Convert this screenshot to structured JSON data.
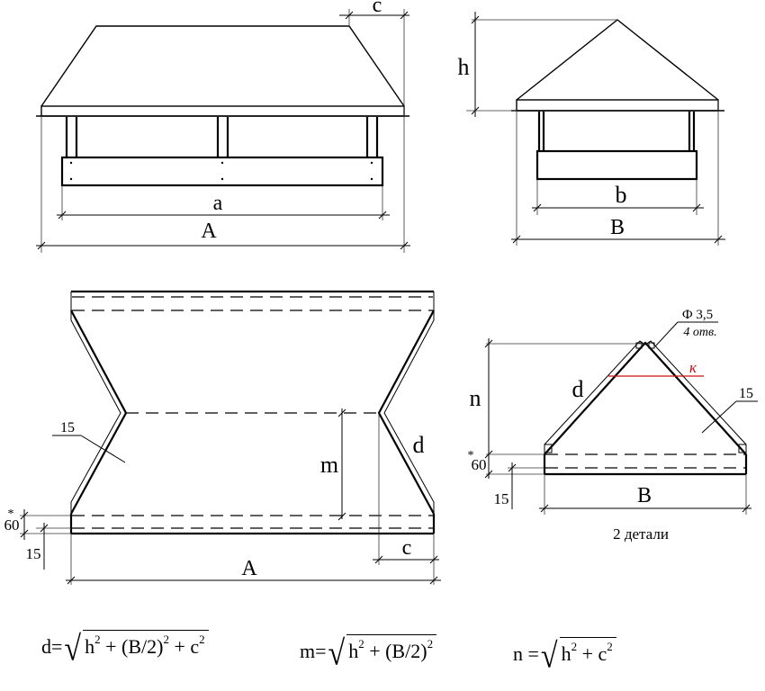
{
  "drawing": {
    "front_view": {
      "labels": {
        "a": "a",
        "A": "A",
        "c": "c"
      }
    },
    "side_view": {
      "labels": {
        "h": "h",
        "b": "b",
        "B": "B"
      }
    },
    "unfold_main": {
      "labels": {
        "fold_width": "15",
        "m": "m",
        "d": "d",
        "c": "c",
        "A": "A",
        "height_60": "60",
        "asterisk": "*",
        "offset_15": "15"
      }
    },
    "unfold_end": {
      "labels": {
        "hole_dia": "Ф 3,5",
        "hole_count": "4 отв.",
        "k": "к",
        "d": "d",
        "n": "n",
        "fold_width": "15",
        "height_60": "60",
        "asterisk": "*",
        "offset_15": "15",
        "B": "B"
      },
      "caption": "2 детали",
      "accent_color": "#cc1111"
    }
  },
  "formulas": {
    "d": {
      "lhs": "d=",
      "t1": "h",
      "t2": "+ (B/2)",
      "t3": "+ c",
      "exp": "2"
    },
    "m": {
      "lhs": "m=",
      "t1": "h",
      "t2": "+ (B/2)",
      "exp": "2"
    },
    "n": {
      "lhs": "n =",
      "t1": "h",
      "t2": "+ c",
      "exp": "2"
    }
  }
}
